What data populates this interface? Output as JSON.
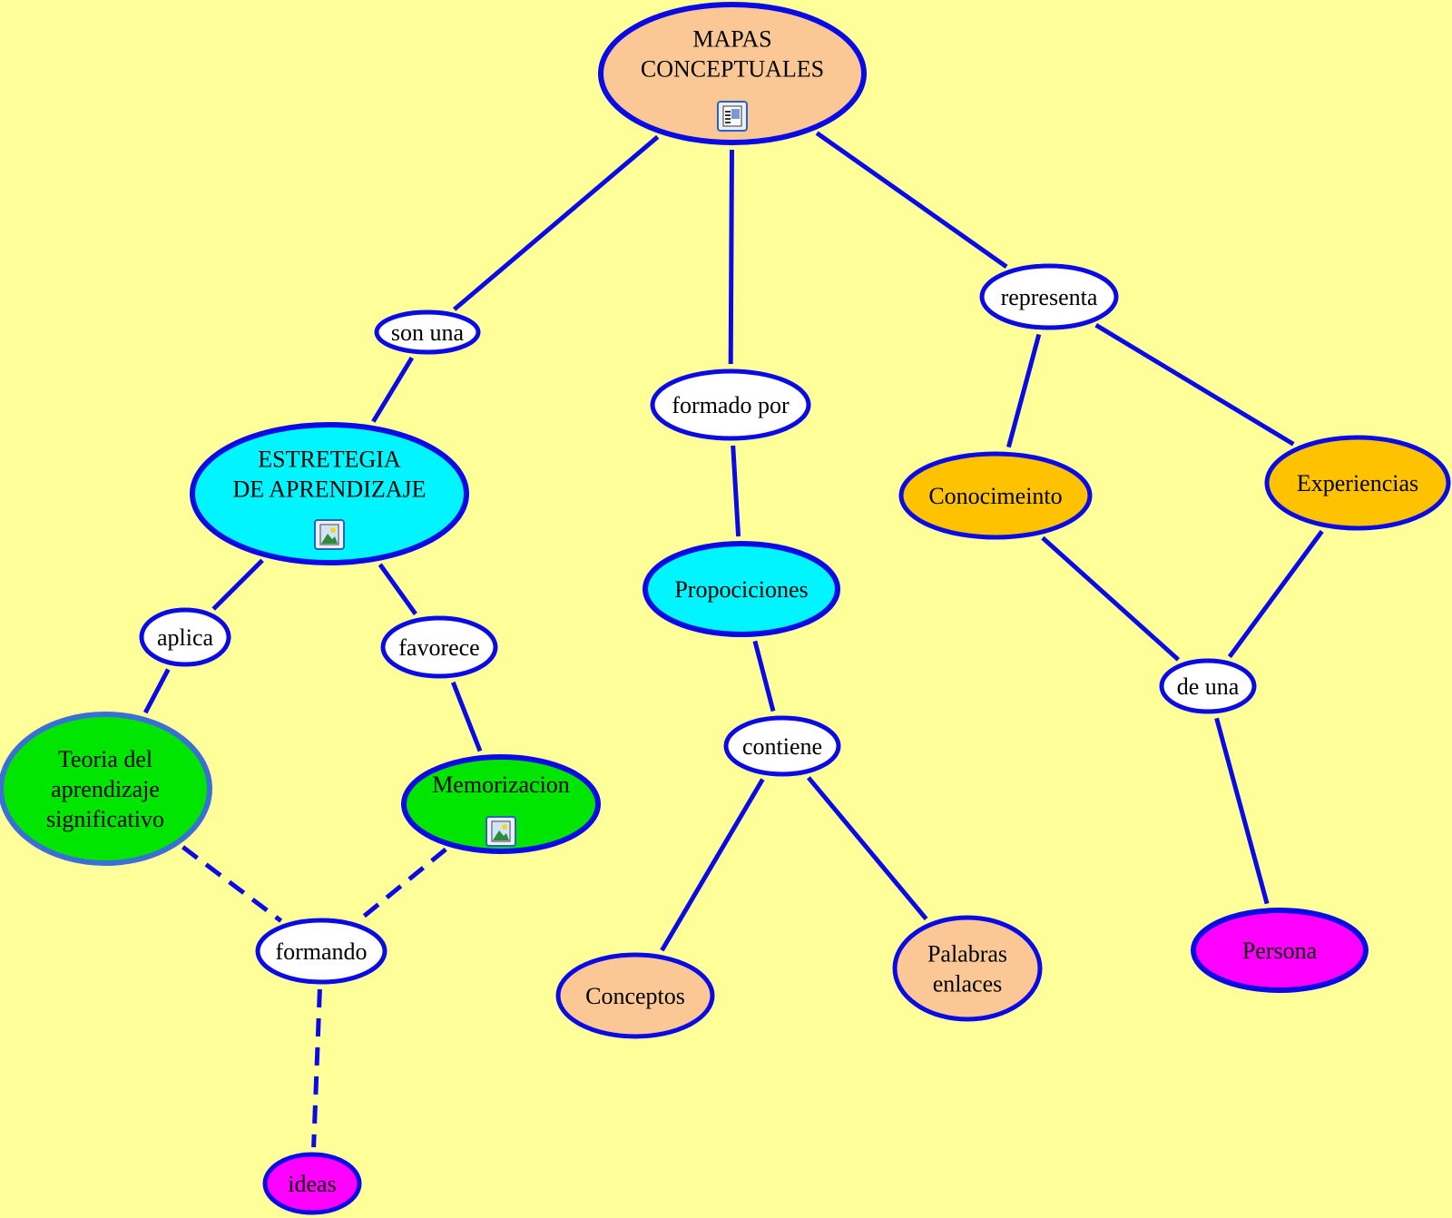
{
  "diagram": {
    "background": "#ffff99",
    "line_color": "#0a0ae6",
    "nodes": {
      "mapas": {
        "lines": [
          "MAPAS",
          "CONCEPTUALES"
        ],
        "fill": "#fbc895",
        "icon": "document-icon"
      },
      "son_una": {
        "lines": [
          "son una"
        ],
        "fill": "#ffffff"
      },
      "formado_por": {
        "lines": [
          "formado por"
        ],
        "fill": "#ffffff"
      },
      "representa": {
        "lines": [
          "representa"
        ],
        "fill": "#ffffff"
      },
      "estrategia": {
        "lines": [
          "ESTRETEGIA",
          "DE APRENDIZAJE"
        ],
        "fill": "#00f5ff",
        "icon": "image-icon"
      },
      "propociciones": {
        "lines": [
          "Propociciones"
        ],
        "fill": "#00f5ff"
      },
      "conocimeinto": {
        "lines": [
          "Conocimeinto"
        ],
        "fill": "#ffc200"
      },
      "experiencias": {
        "lines": [
          "Experiencias"
        ],
        "fill": "#ffc200"
      },
      "aplica": {
        "lines": [
          "aplica"
        ],
        "fill": "#ffffff"
      },
      "favorece": {
        "lines": [
          "favorece"
        ],
        "fill": "#ffffff"
      },
      "teoria": {
        "lines": [
          "Teoria del",
          "aprendizaje",
          "significativo"
        ],
        "fill": "#00e600"
      },
      "memorizacion": {
        "lines": [
          "Memorizacion"
        ],
        "fill": "#00e600",
        "icon": "image-icon"
      },
      "contiene": {
        "lines": [
          "contiene"
        ],
        "fill": "#ffffff"
      },
      "de_una": {
        "lines": [
          "de una"
        ],
        "fill": "#ffffff"
      },
      "formando": {
        "lines": [
          "formando"
        ],
        "fill": "#ffffff"
      },
      "conceptos": {
        "lines": [
          "Conceptos"
        ],
        "fill": "#fbc895"
      },
      "palabras": {
        "lines": [
          "Palabras",
          "enlaces"
        ],
        "fill": "#fbc895"
      },
      "persona": {
        "lines": [
          "Persona"
        ],
        "fill": "#ff00ff"
      },
      "ideas": {
        "lines": [
          "ideas"
        ],
        "fill": "#ff00ff"
      }
    },
    "links": [
      {
        "from": "mapas",
        "to": "son_una"
      },
      {
        "from": "mapas",
        "to": "formado_por"
      },
      {
        "from": "mapas",
        "to": "representa"
      },
      {
        "from": "son_una",
        "to": "estrategia"
      },
      {
        "from": "formado_por",
        "to": "propociciones"
      },
      {
        "from": "representa",
        "to": "conocimeinto"
      },
      {
        "from": "representa",
        "to": "experiencias"
      },
      {
        "from": "estrategia",
        "to": "aplica"
      },
      {
        "from": "estrategia",
        "to": "favorece"
      },
      {
        "from": "aplica",
        "to": "teoria"
      },
      {
        "from": "favorece",
        "to": "memorizacion"
      },
      {
        "from": "propociciones",
        "to": "contiene"
      },
      {
        "from": "contiene",
        "to": "conceptos"
      },
      {
        "from": "contiene",
        "to": "palabras"
      },
      {
        "from": "conocimeinto",
        "to": "de_una"
      },
      {
        "from": "experiencias",
        "to": "de_una"
      },
      {
        "from": "de_una",
        "to": "persona"
      },
      {
        "from": "teoria",
        "to": "formando",
        "dashed": true
      },
      {
        "from": "memorizacion",
        "to": "formando",
        "dashed": true
      },
      {
        "from": "formando",
        "to": "ideas",
        "dashed": true
      }
    ]
  }
}
